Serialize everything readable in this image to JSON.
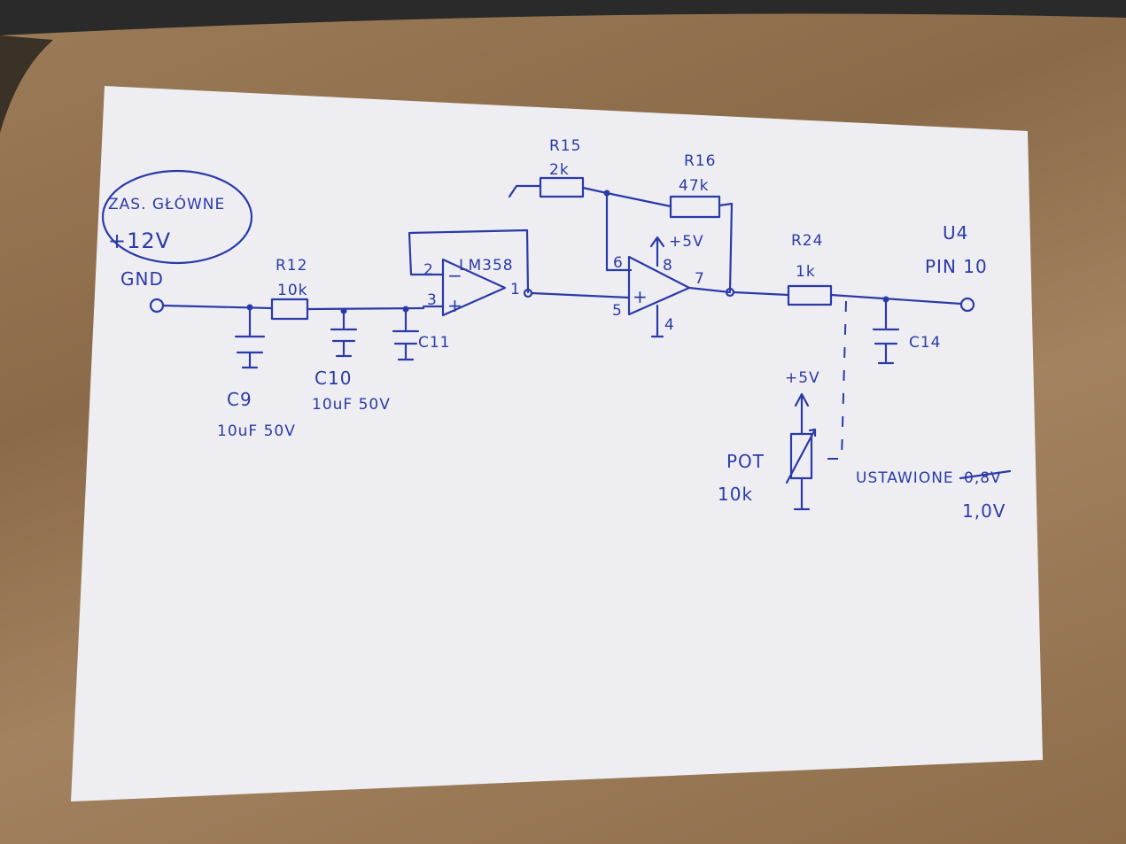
{
  "photo": {
    "paper_color": "#eeeef2",
    "ink_color": "#2b3aa8",
    "table_color": "#9c7c58"
  },
  "labels": {
    "supply_line1": "ZAS. GŁÓWNE",
    "supply_line2": "+12V",
    "gnd": "GND",
    "r12_name": "R12",
    "r12_value": "10k",
    "c9_name": "C9",
    "c9_value": "10uF 50V",
    "c10_name": "C10",
    "c10_value": "10uF 50V",
    "c11_name": "C11",
    "opamp1_name": "LM358",
    "pin2": "2",
    "pin3": "3",
    "pin1": "1",
    "r15_name": "R15",
    "r15_value": "2k",
    "r16_name": "R16",
    "r16_value": "47k",
    "pin6": "6",
    "pin5": "5",
    "pin8": "8",
    "pin4": "4",
    "pin7": "7",
    "vcc5": "+5V",
    "r24_name": "R24",
    "r24_value": "1k",
    "u4_name": "U4",
    "u4_pin": "PIN 10",
    "c14_name": "C14",
    "pot_vcc": "+5V",
    "pot_name": "POT",
    "pot_value": "10k",
    "set_label": "USTAWIONE",
    "set_old": "0,8V",
    "set_new": "1,0V"
  }
}
